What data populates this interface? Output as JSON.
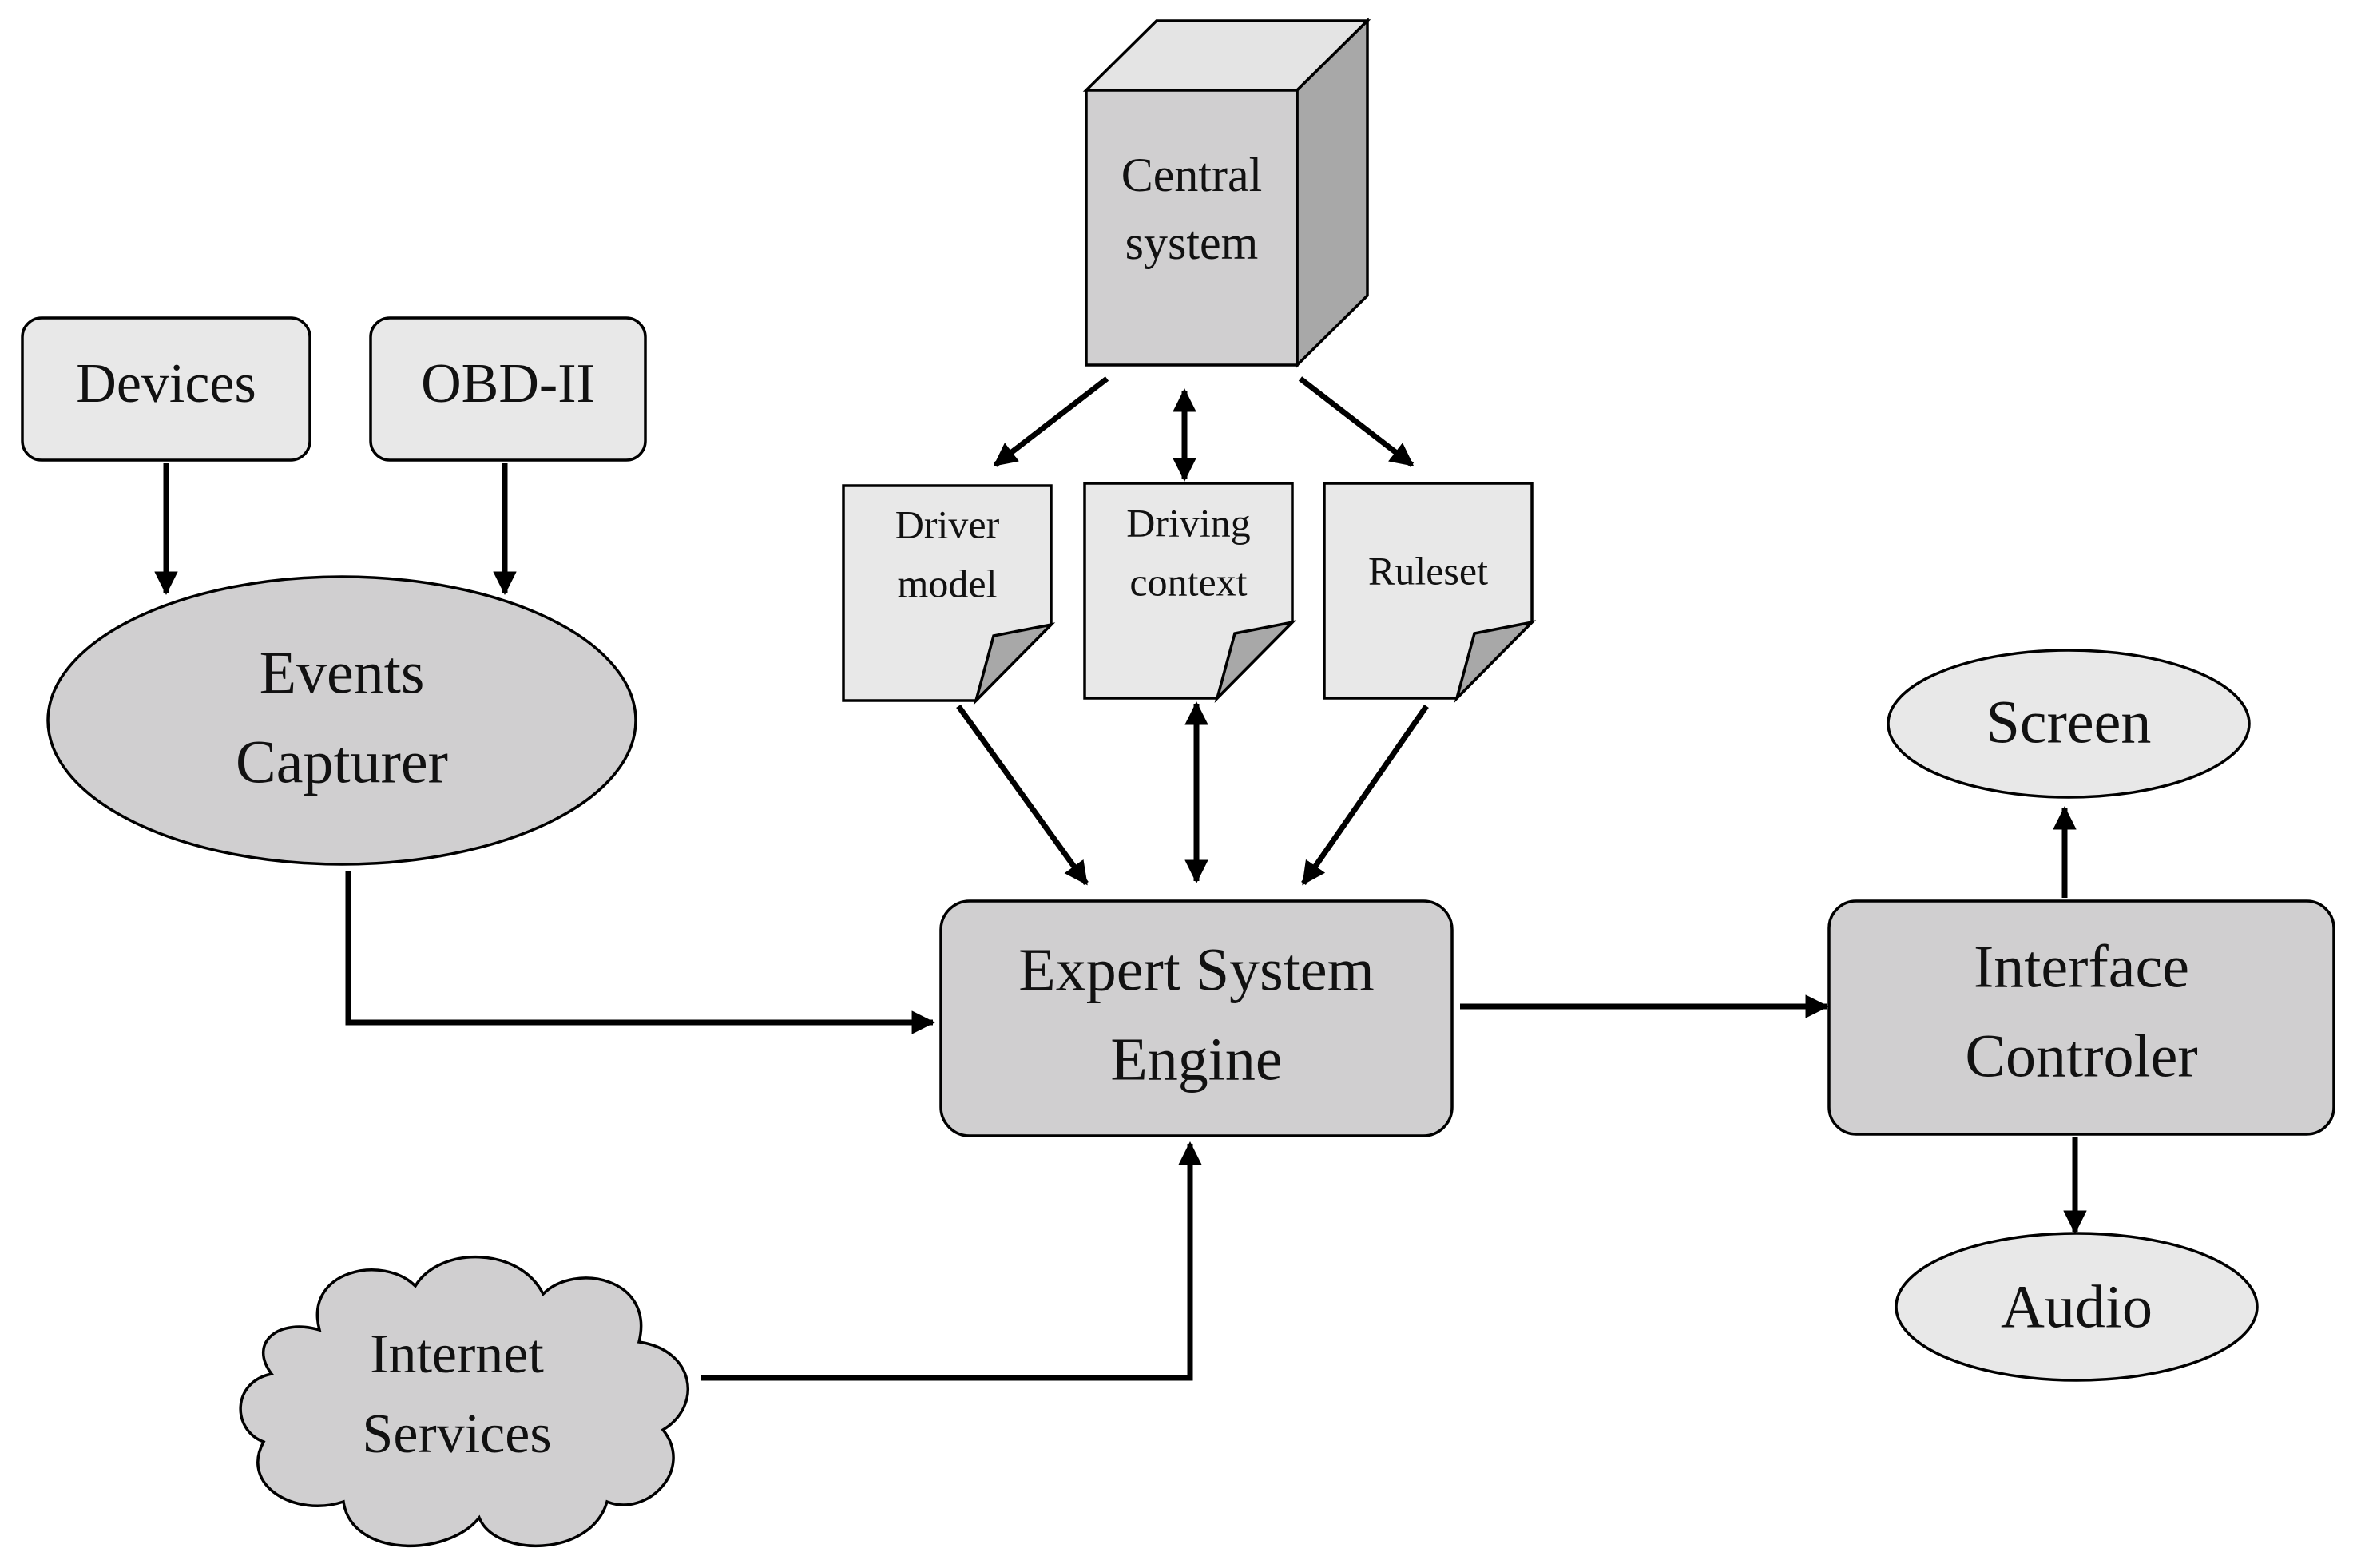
{
  "colors": {
    "light_fill": "#e8e8e8",
    "mid_fill": "#d0cfd0",
    "dark_fill": "#a8a8a8",
    "stroke": "#000000"
  },
  "nodes": {
    "devices": {
      "label": "Devices"
    },
    "obd": {
      "label": "OBD-II"
    },
    "events_capturer": {
      "line1": "Events",
      "line2": "Capturer"
    },
    "central_system": {
      "line1": "Central",
      "line2": "system"
    },
    "driver_model": {
      "line1": "Driver",
      "line2": "model"
    },
    "driving_context": {
      "line1": "Driving",
      "line2": "context"
    },
    "ruleset": {
      "label": "Ruleset"
    },
    "expert_system_engine": {
      "line1": "Expert System",
      "line2": "Engine"
    },
    "internet_services": {
      "line1": "Internet",
      "line2": "Services"
    },
    "interface_controler": {
      "line1": "Interface",
      "line2": "Controler"
    },
    "screen": {
      "label": "Screen"
    },
    "audio": {
      "label": "Audio"
    }
  },
  "edges": [
    {
      "from": "Devices",
      "to": "Events Capturer"
    },
    {
      "from": "OBD-II",
      "to": "Events Capturer"
    },
    {
      "from": "Events Capturer",
      "to": "Expert System Engine"
    },
    {
      "from": "Central system",
      "to": "Driver model"
    },
    {
      "from": "Central system",
      "to": "Driving context",
      "bidirectional": true
    },
    {
      "from": "Central system",
      "to": "Ruleset"
    },
    {
      "from": "Driver model",
      "to": "Expert System Engine"
    },
    {
      "from": "Driving context",
      "to": "Expert System Engine",
      "bidirectional": true
    },
    {
      "from": "Ruleset",
      "to": "Expert System Engine"
    },
    {
      "from": "Internet Services",
      "to": "Expert System Engine"
    },
    {
      "from": "Expert System Engine",
      "to": "Interface Controler"
    },
    {
      "from": "Interface Controler",
      "to": "Screen"
    },
    {
      "from": "Interface Controler",
      "to": "Audio"
    }
  ]
}
